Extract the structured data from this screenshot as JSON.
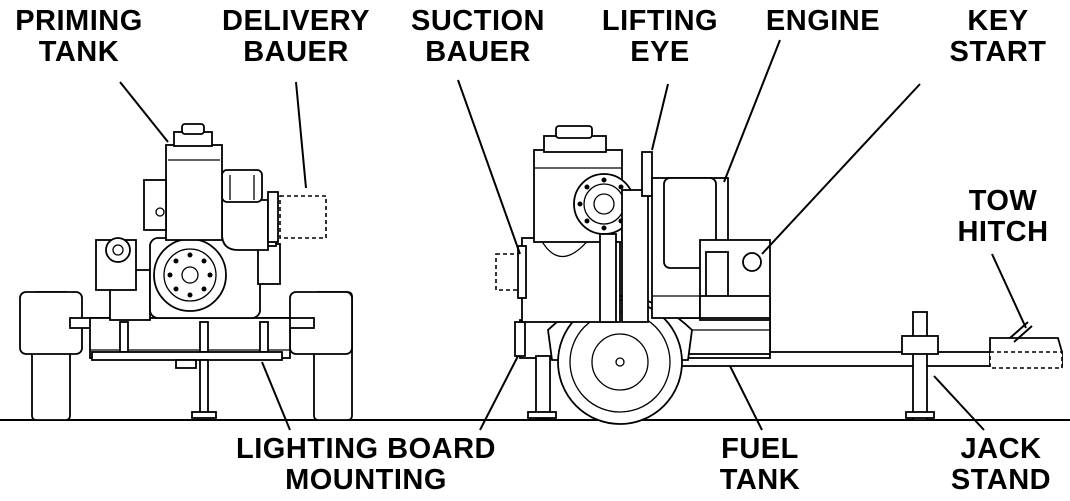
{
  "labels": {
    "priming_tank": [
      "PRIMING",
      "TANK"
    ],
    "delivery_bauer": [
      "DELIVERY",
      "BAUER"
    ],
    "suction_bauer": [
      "SUCTION",
      "BAUER"
    ],
    "lifting_eye": [
      "LIFTING",
      "EYE"
    ],
    "engine": [
      "ENGINE"
    ],
    "key_start": [
      "KEY",
      "START"
    ],
    "tow_hitch": [
      "TOW",
      "HITCH"
    ],
    "lighting_board_mounting": [
      "LIGHTING BOARD",
      "MOUNTING"
    ],
    "fuel_tank": [
      "FUEL",
      "TANK"
    ],
    "jack_stand": [
      "JACK",
      "STAND"
    ]
  },
  "colors": {
    "ink": "#000000",
    "paper": "#ffffff"
  }
}
